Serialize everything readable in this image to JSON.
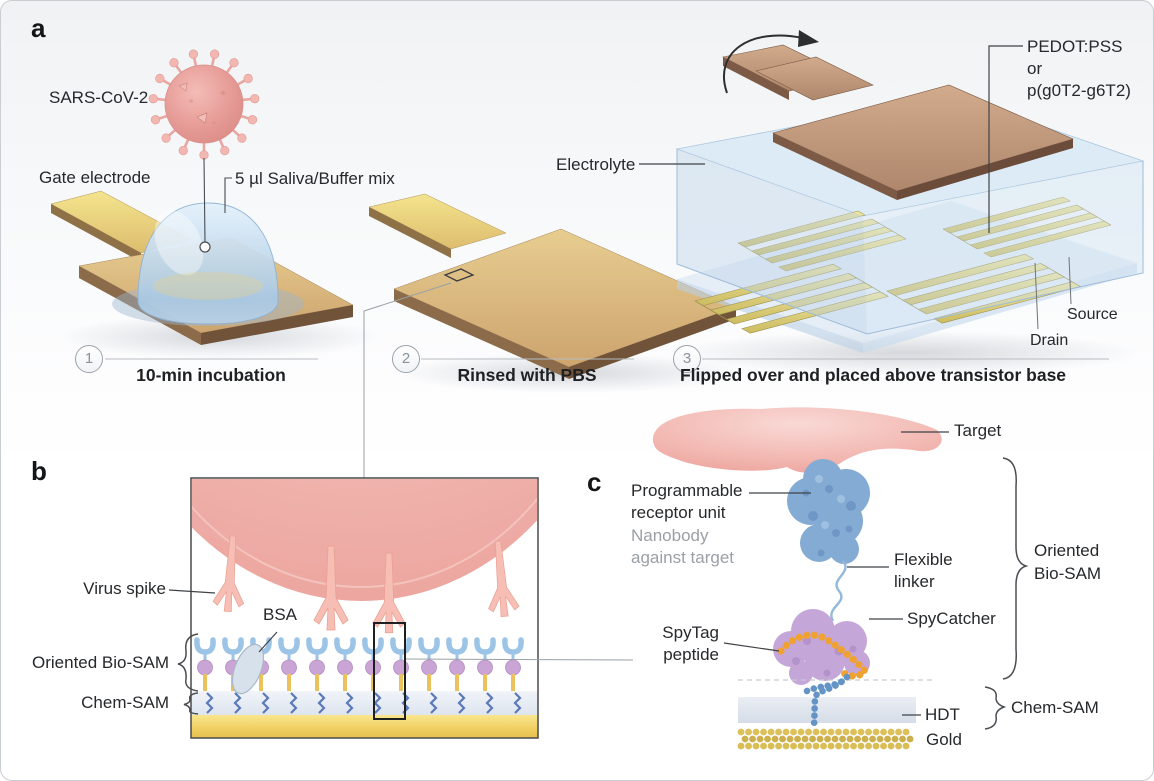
{
  "figure": {
    "panel_a": {
      "label": "a",
      "steps": [
        {
          "number": "1",
          "caption": "10-min incubation"
        },
        {
          "number": "2",
          "caption": "Rinsed with PBS"
        },
        {
          "number": "3",
          "caption": "Flipped over and placed above transistor base"
        }
      ],
      "annotations": {
        "virus": "SARS-CoV-2",
        "gate_electrode": "Gate electrode",
        "saliva": "5 µl Saliva/Buffer mix",
        "electrolyte": "Electrolyte",
        "polymer": "PEDOT:PSS\nor\np(g0T2-g6T2)",
        "source": "Source",
        "drain": "Drain"
      }
    },
    "panel_b": {
      "label": "b",
      "annotations": {
        "virus_spike": "Virus spike",
        "bsa": "BSA",
        "oriented_bio_sam": "Oriented Bio-SAM",
        "chem_sam": "Chem-SAM"
      }
    },
    "panel_c": {
      "label": "c",
      "annotations": {
        "target": "Target",
        "programmable_receptor": "Programmable\nreceptor unit",
        "nanobody": "Nanobody\nagainst target",
        "flexible_linker": "Flexible\nlinker",
        "spycatcher": "SpyCatcher",
        "spytag": "SpyTag\npeptide",
        "hdt": "HDT",
        "gold": "Gold",
        "oriented_bio_sam": "Oriented\nBio-SAM",
        "chem_sam": "Chem-SAM"
      }
    },
    "colors": {
      "virus_body": "#e59a96",
      "gold_electrode": "#e3c276",
      "copper_electrode": "#c29b7d",
      "electrolyte": "#c3d9ee",
      "droplet": "#bad4ea",
      "nanobody_blue": "#84abd4",
      "spycatcher_purple": "#c5a6d9",
      "spytag_orange": "#f0a230",
      "gold_beads": "#d9bd55"
    }
  }
}
